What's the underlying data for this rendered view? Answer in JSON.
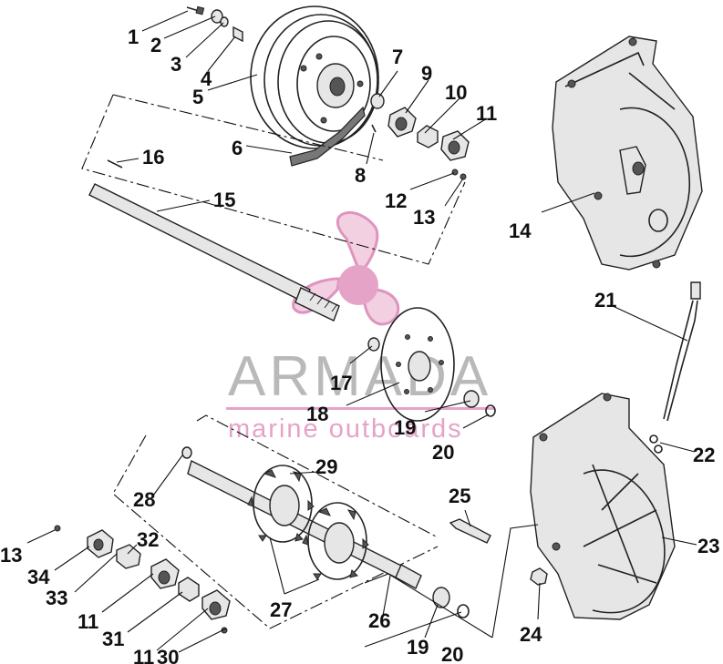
{
  "watermark": {
    "brand": "ARMADA",
    "tagline": "marine outboards",
    "brand_color": "#b9b9b9",
    "accent_color": "#e6a3c8"
  },
  "callouts": {
    "c1": "1",
    "c2": "2",
    "c3": "3",
    "c4": "4",
    "c5": "5",
    "c6": "6",
    "c7": "7",
    "c8": "8",
    "c9": "9",
    "c10": "10",
    "c11": "11",
    "c12": "12",
    "c13": "13",
    "c14": "14",
    "c15": "15",
    "c16": "16",
    "c17": "17",
    "c18": "18",
    "c19": "19",
    "c20": "20",
    "c21": "21",
    "c22": "22",
    "c23": "23",
    "c24": "24",
    "c25": "25",
    "c26": "26",
    "c27": "27",
    "c28": "28",
    "c29": "29",
    "c13b": "13",
    "c34": "34",
    "c32": "32",
    "c33": "33",
    "c11b": "11",
    "c31": "31",
    "c11c": "11",
    "c30": "30",
    "c19b": "19",
    "c20b": "20"
  }
}
